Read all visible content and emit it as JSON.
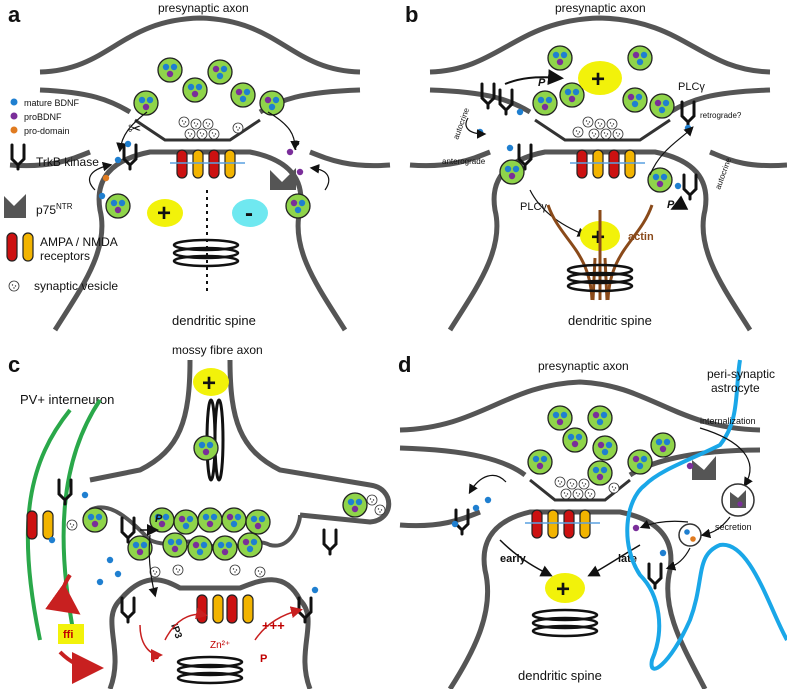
{
  "panels": {
    "a": {
      "letter": "a",
      "top_label": "presynaptic axon",
      "bottom_label": "dendritic spine",
      "plus": "+",
      "minus": "-",
      "question": "?",
      "legend": {
        "mature_bdnf": "mature BDNF",
        "probdnf": "proBDNF",
        "pro_domain": "pro-domain",
        "trkb": "TrkB kinase",
        "p75_main": "p75",
        "p75_sup": "NTR",
        "receptors_line1": "AMPA / NMDA",
        "receptors_line2": "receptors",
        "vesicle": "synaptic vesicle"
      }
    },
    "b": {
      "letter": "b",
      "top_label": "presynaptic axon",
      "bottom_label": "dendritic spine",
      "plus_top": "+",
      "plus_bottom": "+",
      "p_top": "P",
      "p_right": "P",
      "plc_left": "PLCγ",
      "plc_right": "PLCγ",
      "autocrine_left": "autocrine",
      "autocrine_right": "autocrine",
      "anterograde": "anterograde",
      "retrograde": "retrograde?",
      "actin": "actin"
    },
    "c": {
      "letter": "c",
      "top_label": "mossy fibre axon",
      "left_label": "PV+ interneuron",
      "plus": "+",
      "ffi": "ffi",
      "p": "P",
      "p_left": "P",
      "p_right": "P",
      "ip3": "IP3",
      "zn": "Zn²⁺",
      "plusplus": "+++"
    },
    "d": {
      "letter": "d",
      "top_label": "presynaptic axon",
      "astro_line1": "peri-synaptic",
      "astro_line2": "astrocyte",
      "internalization": "internalization",
      "secretion": "secretion",
      "early": "early",
      "late": "late",
      "plus": "+",
      "bottom_label": "dendritic spine"
    }
  },
  "colors": {
    "membrane": "#555555",
    "vesicle_green": "#8fd44a",
    "bdnf_blue": "#1f7fd0",
    "probdnf_purple": "#7a2e9a",
    "prodomain_orange": "#e07b20",
    "ampa_red": "#cc1111",
    "nmda_yellow": "#f2b400",
    "plus_yellow": "#f2f20a",
    "minus_cyan": "#6fe8f0",
    "interneuron_green": "#2aa84a",
    "astrocyte_blue": "#1aa7e8",
    "actin_brown": "#8a4a1a",
    "arrow_red": "#c82020"
  }
}
